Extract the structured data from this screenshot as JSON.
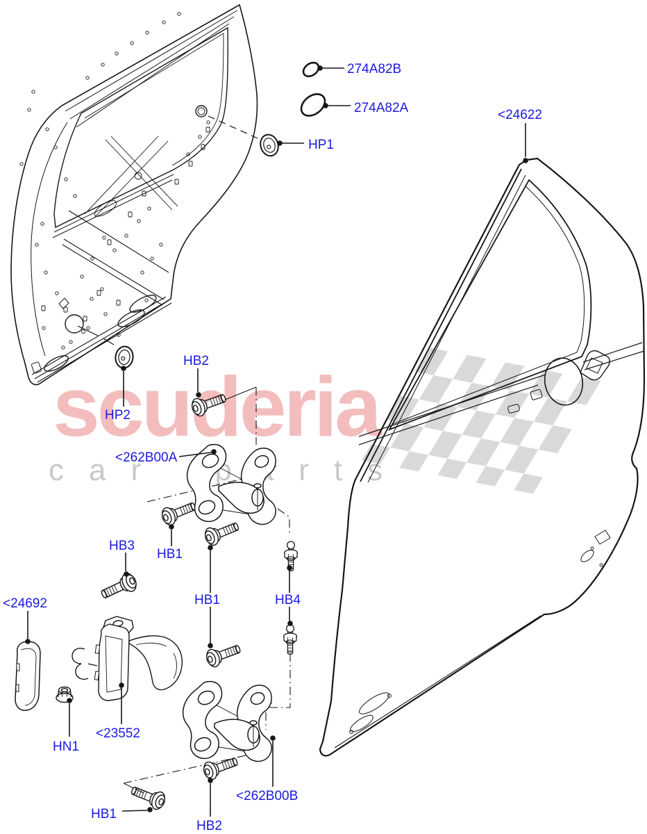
{
  "diagram": {
    "title_hint": "rear door hinges and panel exploded view",
    "watermark": {
      "brand": "scuderia",
      "tagline": "car parts"
    },
    "colors": {
      "callout": "#1a1adf",
      "line": "#161616",
      "watermark_pink": "#f3bdbd",
      "watermark_gray": "#c9c9c9",
      "checker": "#d9d9d9"
    },
    "callouts": [
      {
        "key": "seal-upper",
        "label": "274A82B"
      },
      {
        "key": "seal-lower",
        "label": "274A82A"
      },
      {
        "key": "plug-hp1",
        "label": "HP1"
      },
      {
        "key": "door-outer-panel",
        "label": "<24622"
      },
      {
        "key": "plug-hp2",
        "label": "HP2"
      },
      {
        "key": "bolt-hb2-upper",
        "label": "HB2"
      },
      {
        "key": "hinge-upper",
        "label": "<262B00A"
      },
      {
        "key": "bolt-hb3",
        "label": "HB3"
      },
      {
        "key": "bolt-hb1-upper",
        "label": "HB1"
      },
      {
        "key": "bolt-hb1-mid",
        "label": "HB1"
      },
      {
        "key": "ball-stud-hb4",
        "label": "HB4"
      },
      {
        "key": "check-cover",
        "label": "<24692"
      },
      {
        "key": "nut-hn1",
        "label": "HN1"
      },
      {
        "key": "door-check-strap",
        "label": "<23552"
      },
      {
        "key": "bolt-hb1-lower",
        "label": "HB1"
      },
      {
        "key": "bolt-hb2-lower",
        "label": "HB2"
      },
      {
        "key": "hinge-lower",
        "label": "<262B00B"
      }
    ]
  }
}
